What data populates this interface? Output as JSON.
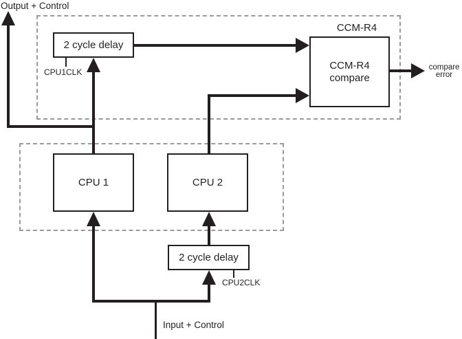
{
  "labels": {
    "output_control": "Output + Control",
    "input_control": "Input + Control",
    "ccm_region": "CCM-R4",
    "cpu1_clock": "CPU1CLK",
    "cpu2_clock": "CPU2CLK",
    "compare_error": {
      "line1": "compare",
      "line2": "error"
    }
  },
  "blocks": {
    "delay_top": {
      "label": "2 cycle delay"
    },
    "delay_bottom": {
      "label": "2 cycle delay"
    },
    "cpu1": {
      "label": "CPU 1"
    },
    "cpu2": {
      "label": "CPU 2"
    },
    "ccm_compare": {
      "line1": "CCM-R4",
      "line2": "compare"
    }
  },
  "colors": {
    "line": "#231f20",
    "dashed_border": "#9a9a9a",
    "background": "#ffffff",
    "box_fill": "#ffffff"
  }
}
